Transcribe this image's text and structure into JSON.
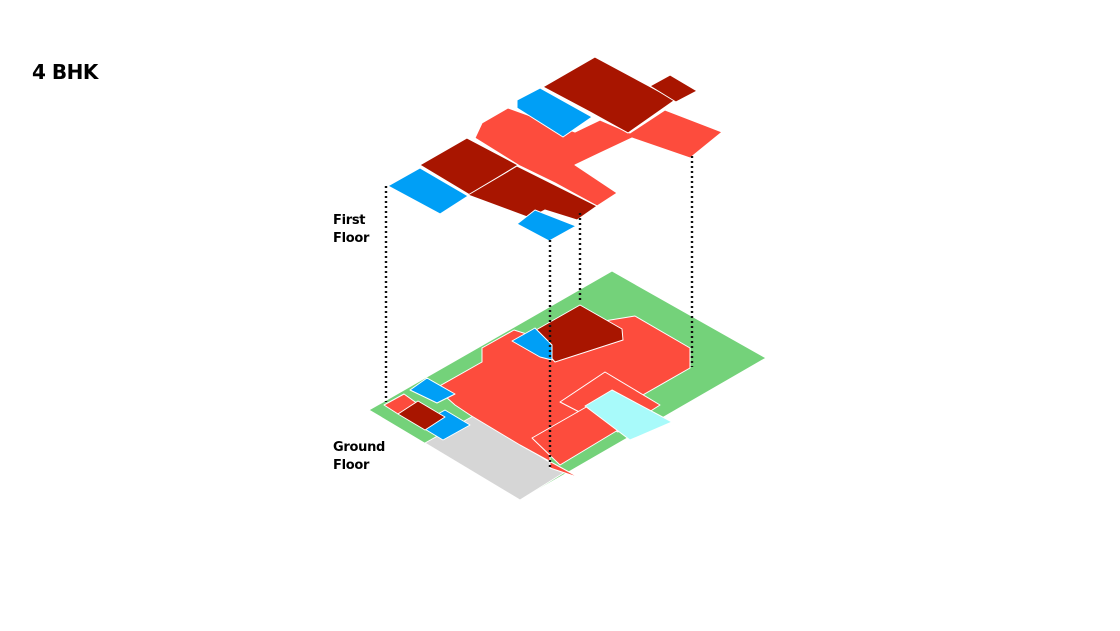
{
  "title": "4 BHK",
  "floors": {
    "first": {
      "label_line1": "First",
      "label_line2": "Floor"
    },
    "ground": {
      "label_line1": "Ground",
      "label_line2": "Floor"
    }
  },
  "colors": {
    "bedroom": "#a81500",
    "living": "#fd4c3d",
    "bathroom": "#009ff6",
    "garden": "#74d27a",
    "paved": "#d6d6d6",
    "pool": "#a8fafa",
    "connector": "#111111"
  }
}
